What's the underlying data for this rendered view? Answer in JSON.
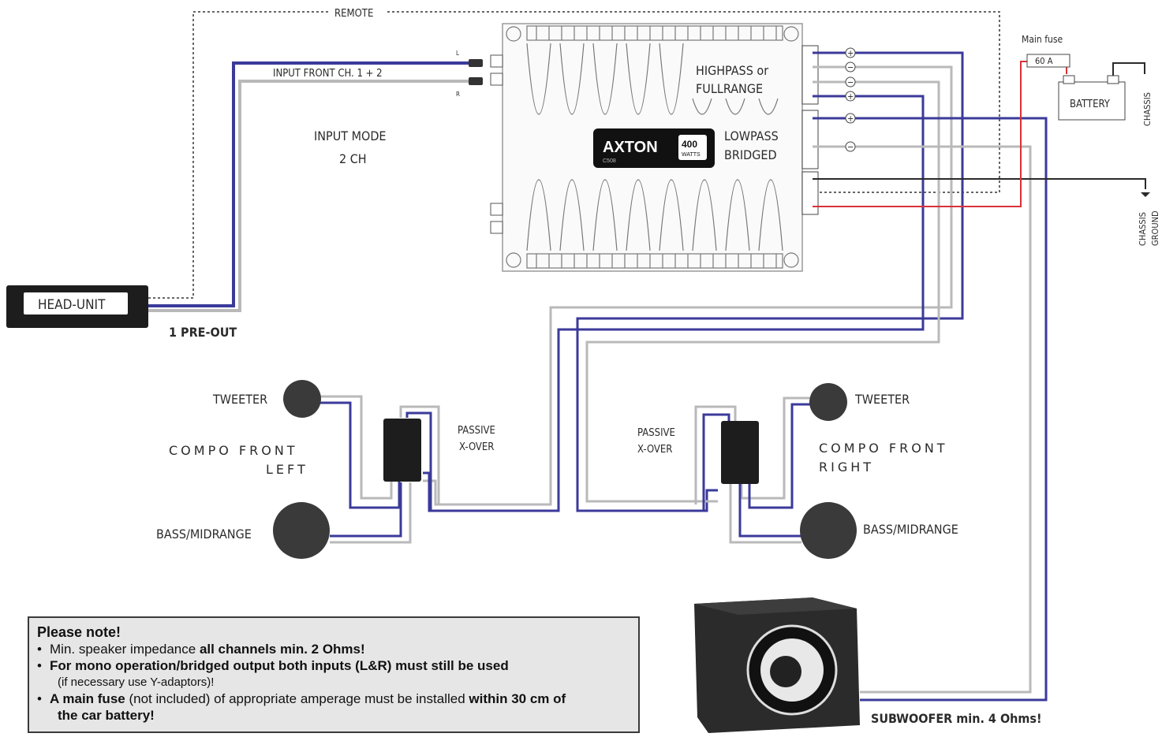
{
  "labels": {
    "remote": "REMOTE",
    "input_front": "INPUT FRONT  CH. 1 + 2",
    "l": "L",
    "r": "R",
    "input_mode_1": "INPUT MODE",
    "input_mode_2": "2 CH",
    "highpass_1": "HIGHPASS or",
    "highpass_2": "FULLRANGE",
    "lowpass_1": "LOWPASS",
    "lowpass_2": "BRIDGED",
    "head_unit": "HEAD-UNIT",
    "pre_out": "1 PRE-OUT",
    "main_fuse": "Main fuse",
    "fuse_value": "60 A",
    "battery": "BATTERY",
    "chassis": "CHASSIS",
    "chassis_ground_1": "CHASSIS",
    "chassis_ground_2": "GROUND",
    "tweeter_left": "TWEETER",
    "compo_left_1": "COMPO FRONT",
    "compo_left_2": "LEFT",
    "bass_left": "BASS/MIDRANGE",
    "xover_left_1": "PASSIVE",
    "xover_left_2": "X-OVER",
    "xover_right_1": "PASSIVE",
    "xover_right_2": "X-OVER",
    "tweeter_right": "TWEETER",
    "compo_right_1": "COMPO  FRONT",
    "compo_right_2": "RIGHT",
    "bass_right": "BASS/MIDRANGE",
    "subwoofer": "SUBWOOFER min. 4 Ohms!",
    "plus": "+",
    "minus": "−"
  },
  "logo": {
    "brand": "AXTON",
    "model": "C508",
    "watts_value": "400",
    "watts_unit": "WATTS"
  },
  "note": {
    "title": "Please note!",
    "line1_a": "Min. speaker impedance ",
    "line1_b": "all channels min. 2 Ohms!",
    "line2_a": "For mono operation/bridged output both inputs (L&R) must still be used",
    "line2_b": "(if necessary use Y-adaptors)!",
    "line3_a": "A main fuse",
    "line3_b": " (not included) of appropriate amperage must be installed ",
    "line3_c": "within 30 cm of",
    "line3_d": "the car battery!"
  },
  "colors": {
    "blue_wire": "#3b3a9a",
    "grey_wire": "#b9b9b9",
    "red_wire": "#d8323a",
    "black_wire": "#2a2a2a"
  }
}
